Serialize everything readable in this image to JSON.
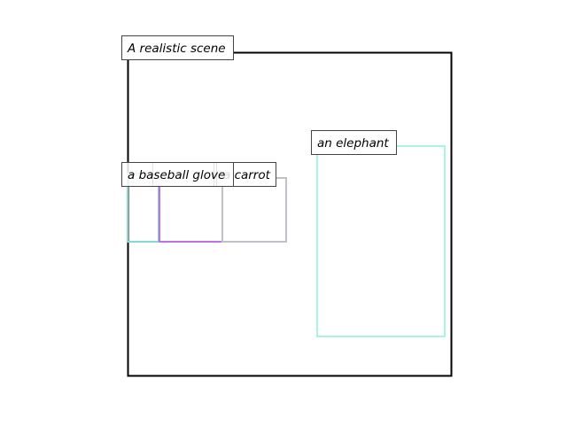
{
  "scene": {
    "caption": "A realistic scene",
    "frame_color": "#000000"
  },
  "boxes": [
    {
      "label": "",
      "color": "#88d8d0"
    },
    {
      "label": "a baseball glove",
      "color": "#c070e0"
    },
    {
      "label": "a carrot",
      "color": "#c0c0c8"
    },
    {
      "label": "an elephant",
      "color": "#a8f5e0"
    }
  ]
}
